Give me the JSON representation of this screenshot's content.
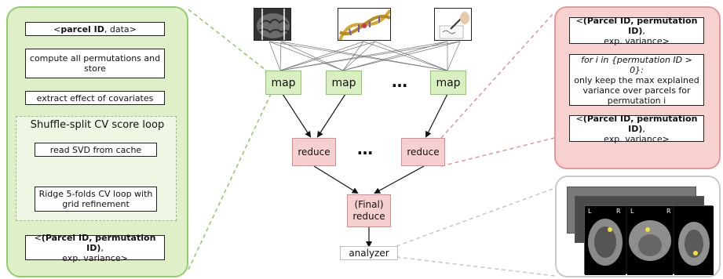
{
  "left_panel": {
    "box1_bold": "parcel ID",
    "box1_rest": ", data>",
    "box1_prefix": "<",
    "box2": "compute all permutations and store",
    "box3": "extract effect of covariates",
    "shuffle_title": "Shuffle-split CV score loop",
    "box4": "read SVD from cache",
    "box5": "Ridge 5-folds CV loop with grid refinement",
    "box6_prefix": "<",
    "box6_bold": "(Parcel ID, permutation ID)",
    "box6_rest": ",",
    "box6_line2": "exp. variance>"
  },
  "center": {
    "map_label": "map",
    "reduce_label": "reduce",
    "final_reduce_line1": "(Final)",
    "final_reduce_line2": "reduce",
    "analyzer_label": "analyzer",
    "ellipsis": "…"
  },
  "right_panel": {
    "top_prefix": "<",
    "top_bold": "(Parcel ID, permutation ID)",
    "top_rest": ",",
    "top_line2": "exp. variance>",
    "mid_italic": "for i in {permutation ID > 0}:",
    "mid_text": "only keep the max explained variance over parcels for permutation i",
    "bottom_prefix": "<",
    "bottom_bold": "(Parcel ID, permutation ID)",
    "bottom_rest": ",",
    "bottom_line2": "exp. variance>"
  },
  "brain_panel": {
    "label_l": "L",
    "label_r": "R"
  },
  "colors": {
    "green_border": "#8fce6a",
    "green_fill": "#dff0c9",
    "red_border": "#e59a9a",
    "red_fill": "#f7d0d0",
    "gray_border": "#c9c9c9"
  },
  "icons": [
    "brain-icon",
    "dna-icon",
    "writing-hand-icon"
  ]
}
